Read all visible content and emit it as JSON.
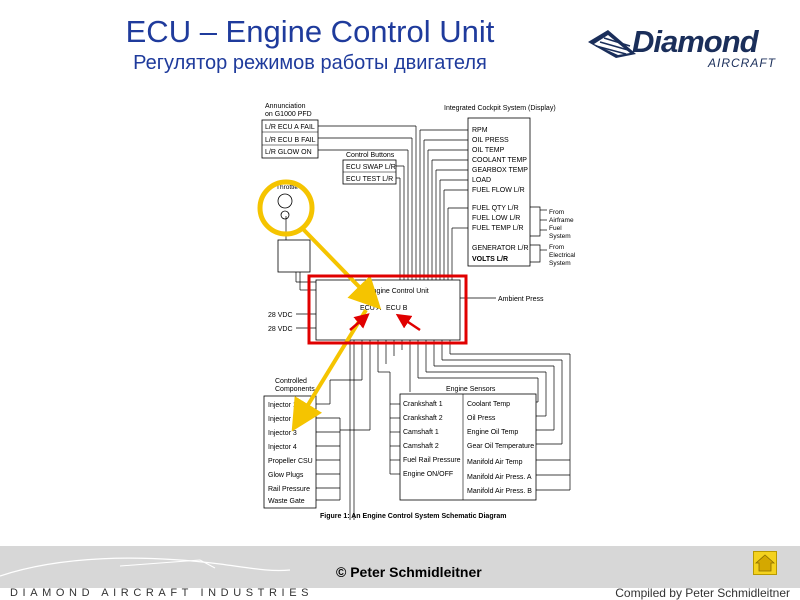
{
  "title": "ECU – Engine Control Unit",
  "subtitle": "Регулятор режимов работы двигателя",
  "logo": {
    "word": "Diamond",
    "sub": "AIRCRAFT"
  },
  "diagram": {
    "annunciation_heading": [
      "Annunciation",
      "on G1000 PFD"
    ],
    "annunciation_items": [
      "L/R ECU A FAIL",
      "L/R ECU B FAIL",
      "L/R GLOW ON"
    ],
    "control_buttons_heading": "Control Buttons",
    "control_buttons": [
      "ECU SWAP L/R",
      "ECU TEST L/R"
    ],
    "ics_heading": "Integrated Cockpit System (Display)",
    "ics_group1": [
      "RPM",
      "OIL PRESS",
      "OIL TEMP",
      "COOLANT TEMP",
      "GEARBOX TEMP",
      "LOAD",
      "FUEL FLOW L/R"
    ],
    "ics_group2": [
      "FUEL QTY L/R",
      "FUEL LOW  L/R",
      "FUEL TEMP L/R"
    ],
    "ics_group3": [
      "GENERATOR  L/R",
      "VOLTS L/R"
    ],
    "from_fuel": [
      "From",
      "Airframe",
      "Fuel",
      "System"
    ],
    "from_electrical": [
      "From",
      "Electrical",
      "System"
    ],
    "throttle_label": "Throttle",
    "ecu_title": "Engine Control Unit",
    "ecu_a": "ECU A",
    "ecu_b": "ECU B",
    "ambient_press": "Ambient Press",
    "vdc_1": "28 VDC",
    "vdc_2": "28 VDC",
    "controlled_heading": [
      "Controlled",
      "Components"
    ],
    "controlled": [
      "Injector 1",
      "Injector 2",
      "Injector 3",
      "Injector 4",
      "Propeller CSU",
      "Glow Plugs",
      "Rail Pressure",
      "Waste Gate"
    ],
    "sensors_heading": "Engine Sensors",
    "sensors_left": [
      "Crankshaft 1",
      "Crankshaft 2",
      "Camshaft 1",
      "Camshaft 2",
      "Fuel Rail Pressure",
      "Engine ON/OFF"
    ],
    "sensors_right": [
      "Coolant Temp",
      "Oil Press",
      "Engine Oil Temp",
      "Gear Oil Temperature",
      "Manifold Air Temp",
      "Manifold Air Press. A",
      "Manifold Air Press. B"
    ],
    "caption": "Figure 1: An Engine Control System Schematic Diagram"
  },
  "footer": {
    "company": "DIAMOND AIRCRAFT INDUSTRIES",
    "copyright": "© Peter Schmidleitner",
    "compiled": "Compiled by Peter Schmidleitner"
  },
  "colors": {
    "title": "#1f3b9c",
    "highlight_arrow": "#f5c400",
    "ecu_box": "#e00000",
    "footer_bg": "#d7d7d7",
    "home_button": "#f4d21f"
  },
  "icons": {
    "home": "home-icon",
    "logo_mark": "diamond-logo-mark-icon"
  }
}
